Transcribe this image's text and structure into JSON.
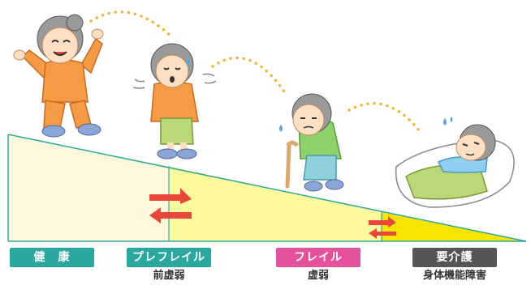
{
  "stages": [
    {
      "label": "健　康",
      "sublabel": "",
      "color": "#2aa89f"
    },
    {
      "label": "プレフレイル",
      "sublabel": "前虚弱",
      "color": "#2aa89f"
    },
    {
      "label": "フレイル",
      "sublabel": "虚弱",
      "color": "#e4519a"
    },
    {
      "label": "要介護",
      "sublabel": "身体機能障害",
      "color": "#555555"
    }
  ],
  "colors": {
    "slope_line": "#2aa89f",
    "zone_healthy": "#fdf8dc",
    "zone_prefrail": "#fdfa9e",
    "zone_frail": "#fcf463",
    "zone_care": "#f5e300",
    "arrow": "#e9473a",
    "dots": "#f2b436",
    "skin": "#fde0c4",
    "hair": "#9a9a9a"
  },
  "icons": [
    "healthy-grandma-icon",
    "tired-grandma-icon",
    "cane-grandma-icon",
    "bedridden-grandma-icon",
    "reversible-arrows-icon"
  ]
}
